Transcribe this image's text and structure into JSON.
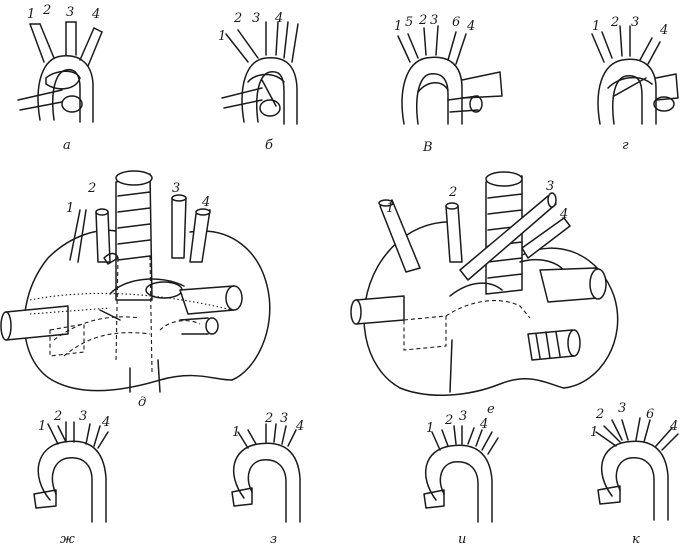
{
  "panels": [
    {
      "caption": "а",
      "labels": [
        "1",
        "2",
        "3",
        "4"
      ]
    },
    {
      "caption": "б",
      "labels": [
        "1",
        "2",
        "3",
        "4"
      ]
    },
    {
      "caption": "В",
      "labels": [
        "1",
        "5",
        "2",
        "3",
        "6",
        "4"
      ]
    },
    {
      "caption": "г",
      "labels": [
        "1",
        "2",
        "3",
        "4"
      ]
    },
    {
      "caption": "д",
      "labels": [
        "1",
        "2",
        "3",
        "4"
      ]
    },
    {
      "caption": "е",
      "labels": [
        "1",
        "2",
        "3",
        "4"
      ]
    },
    {
      "caption": "ж",
      "labels": [
        "1",
        "2",
        "3",
        "4"
      ]
    },
    {
      "caption": "з",
      "labels": [
        "1",
        "2",
        "3",
        "4"
      ]
    },
    {
      "caption": "и",
      "labels": [
        "1",
        "2",
        "3",
        "4"
      ]
    },
    {
      "caption": "к",
      "labels": [
        "2",
        "3",
        "1",
        "6",
        "4"
      ]
    }
  ],
  "ink_color": "#1a1a1a",
  "background_color": "#ffffff"
}
